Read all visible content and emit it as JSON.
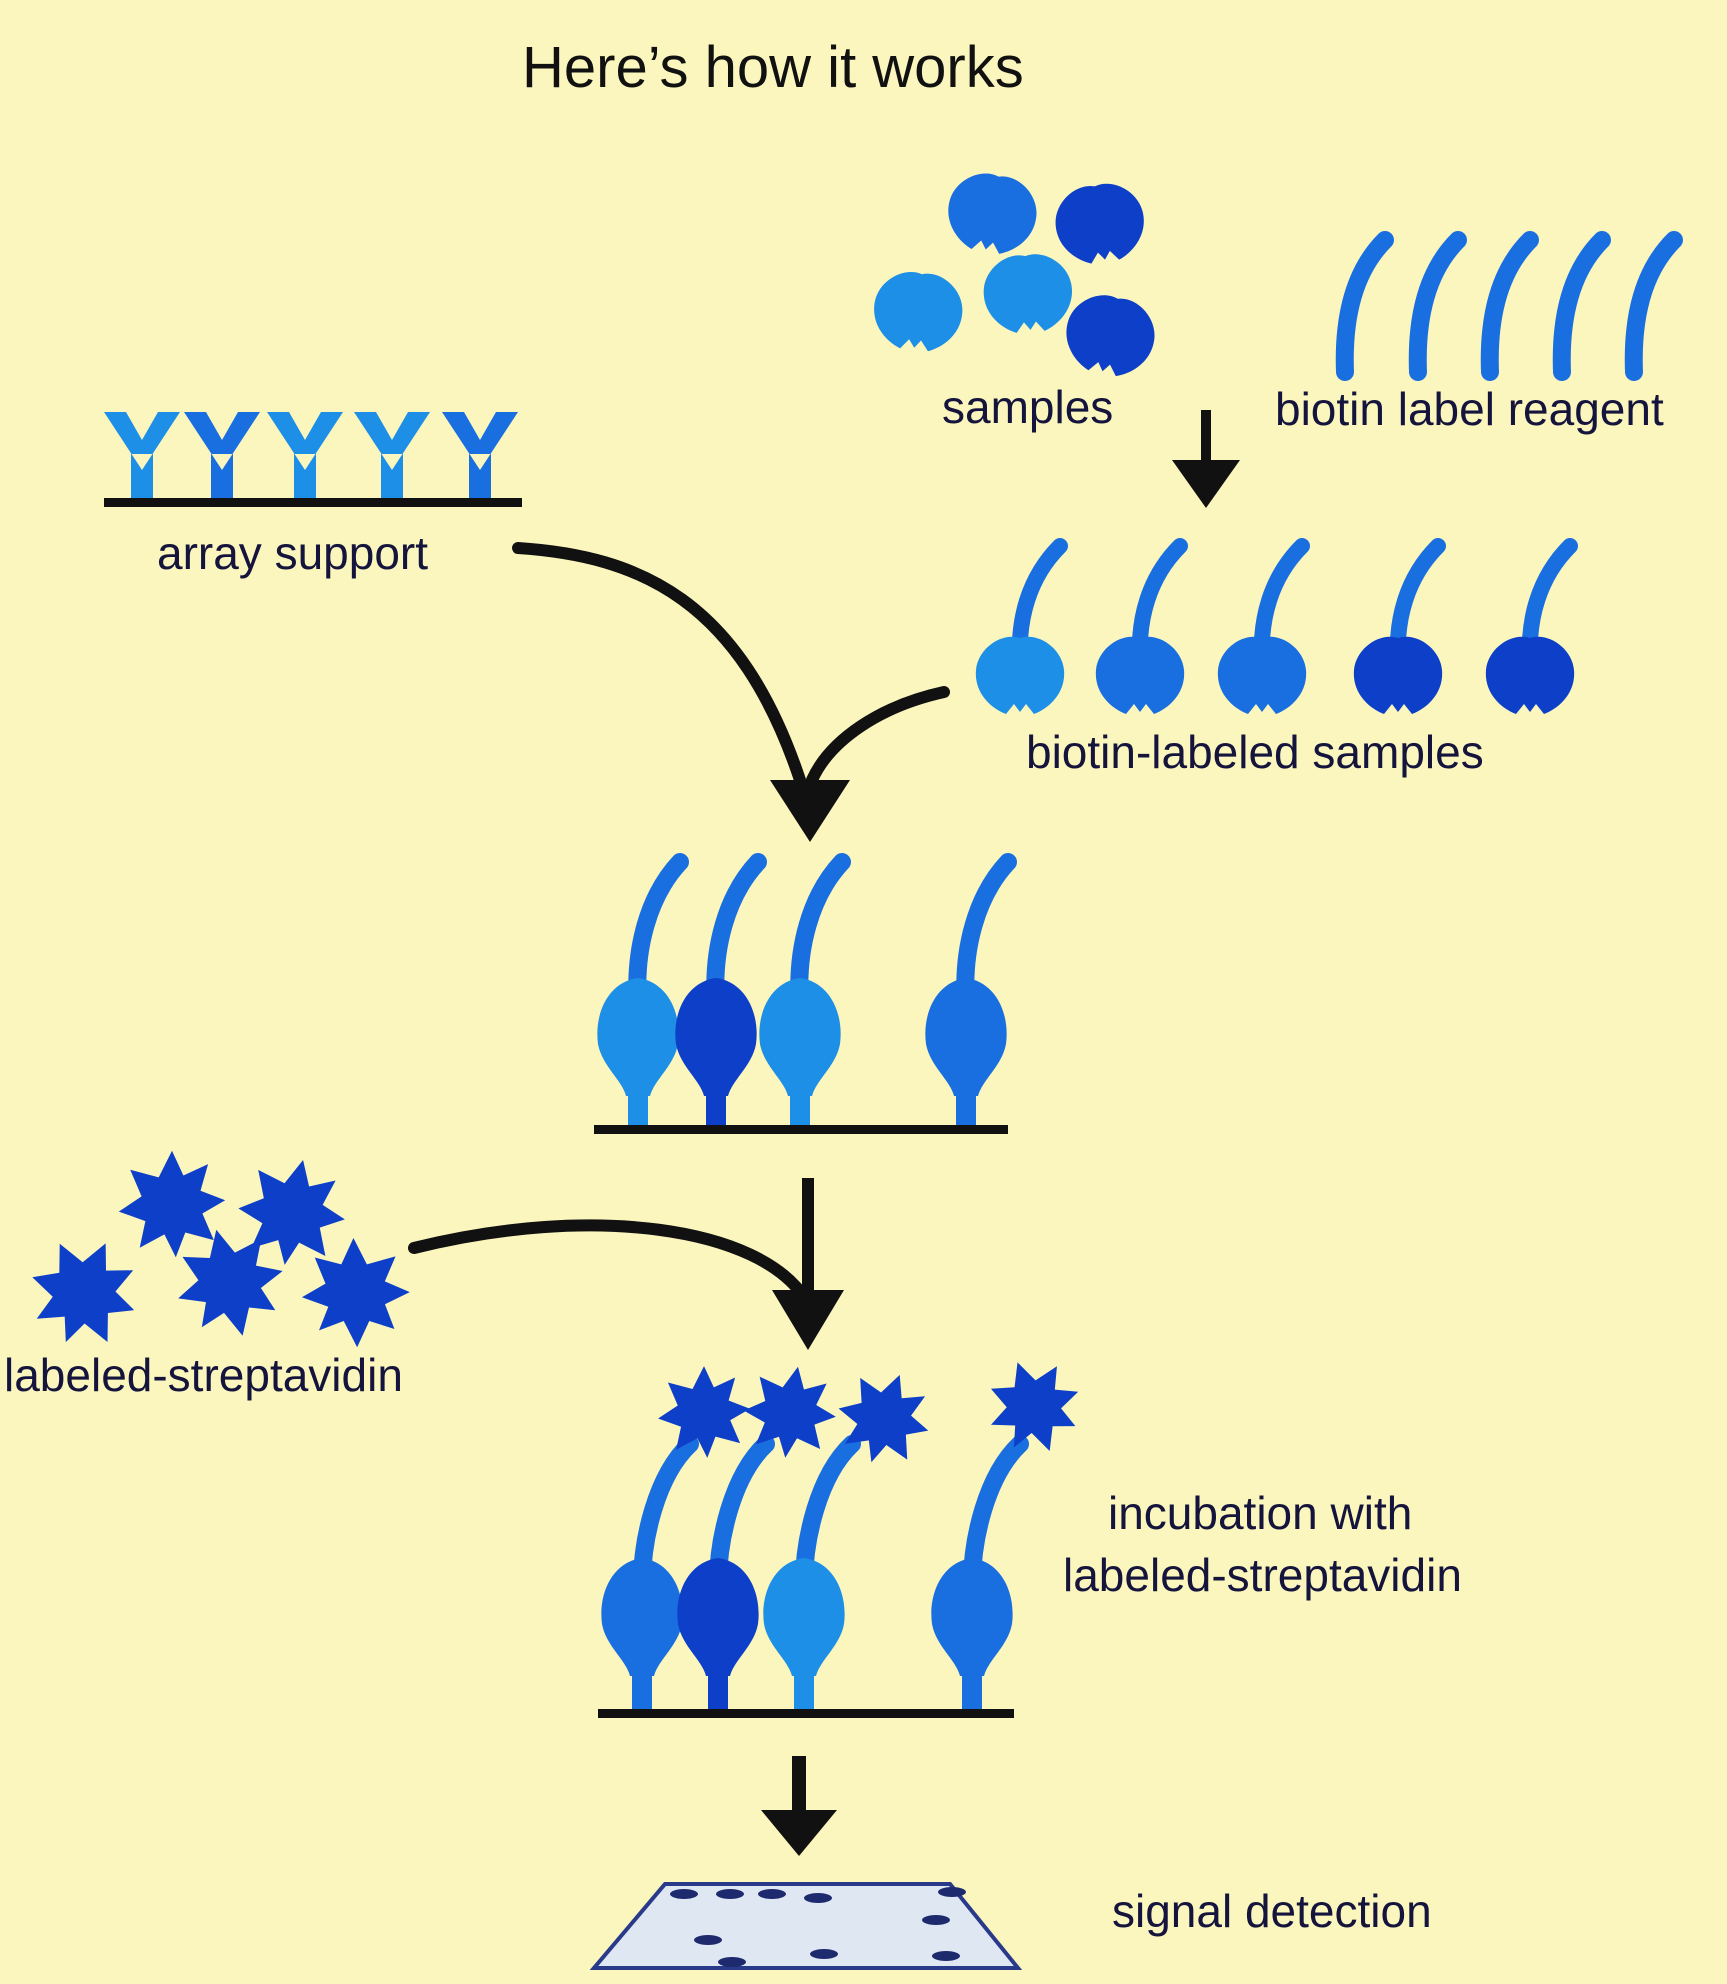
{
  "title": "Here’s how it works",
  "labels": {
    "samples": "samples",
    "biotin_reagent": "biotin label reagent",
    "array_support": "array support",
    "biotin_labeled_samples": "biotin-labeled samples",
    "labeled_streptavidin": "labeled-streptavidin",
    "incubation_line1": "incubation with",
    "incubation_line2": "labeled-streptavidin",
    "signal_detection": "signal detection"
  },
  "colors": {
    "background": "#fbf6bd",
    "blue_light": "#1e8fe6",
    "blue_mid": "#1a6fe0",
    "blue_dark": "#0d3fc8",
    "arrow": "#111111",
    "slide_fill": "#dfe7f3",
    "slide_stroke": "#2a3a8a"
  }
}
